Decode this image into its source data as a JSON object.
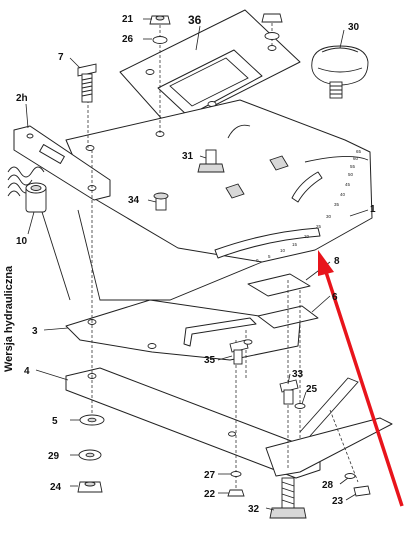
{
  "side_caption": "Wersja hydrauliczna",
  "labels": {
    "l21": "21",
    "l36": "36",
    "l26": "26",
    "l30": "30",
    "l7": "7",
    "l2h": "2h",
    "l31": "31",
    "l34": "34",
    "l10": "10",
    "l1": "1",
    "l8": "8",
    "l6": "6",
    "l3": "3",
    "l35": "35",
    "l4": "4",
    "l33": "33",
    "l25": "25",
    "l5": "5",
    "l29": "29",
    "l27": "27",
    "l24": "24",
    "l22": "22",
    "l28": "28",
    "l23": "23",
    "l32": "32"
  },
  "scale_marks": [
    "0",
    "5",
    "10",
    "15",
    "20",
    "25",
    "30",
    "35",
    "40",
    "45",
    "50",
    "55",
    "60",
    "65"
  ],
  "colors": {
    "arrow": "#e8141b",
    "line": "#222222"
  }
}
